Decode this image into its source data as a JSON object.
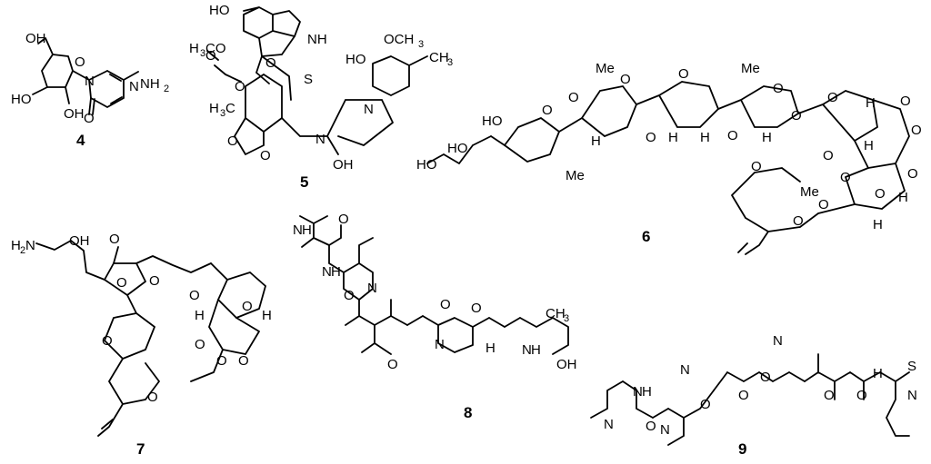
{
  "compounds": [
    {
      "number": "4",
      "labels": [
        "OH",
        "O",
        "N",
        "NH",
        "2",
        "HO",
        "OH",
        "N",
        "O"
      ]
    },
    {
      "number": "5",
      "labels": [
        "HO",
        "H",
        "3",
        "CO",
        "NH",
        "OCH",
        "3",
        "HO",
        "CH",
        "3",
        "O",
        "O",
        "S",
        "O",
        "H",
        "3",
        "C",
        "N",
        "N",
        "O",
        "O",
        "OH"
      ]
    },
    {
      "number": "6",
      "labels": [
        "Me",
        "Me",
        "HO",
        "O",
        "O",
        "O",
        "O",
        "O",
        "O",
        "O",
        "O",
        "O",
        "HO",
        "HO",
        "O",
        "O",
        "H",
        "H",
        "H",
        "H",
        "H",
        "H",
        "Me",
        "O",
        "O",
        "O",
        "O",
        "Me",
        "O",
        "H",
        "O",
        "H",
        "O"
      ]
    },
    {
      "number": "7",
      "labels": [
        "H",
        "2",
        "N",
        "OH",
        "O",
        "O",
        "O",
        "O",
        "O",
        "H",
        "H",
        "O",
        "O",
        "O",
        "O",
        "O"
      ]
    },
    {
      "number": "8",
      "labels": [
        "N",
        "H",
        "O",
        "N",
        "H",
        "O",
        "N",
        "O",
        "O",
        "N",
        "H",
        "O",
        "N",
        "H",
        "CH",
        "3",
        "OH"
      ]
    },
    {
      "number": "9",
      "labels": [
        "N",
        "O",
        "N",
        "O",
        "O",
        "O",
        "N",
        "H",
        "S",
        "N",
        "H",
        "N",
        "O",
        "O",
        "N"
      ]
    }
  ]
}
